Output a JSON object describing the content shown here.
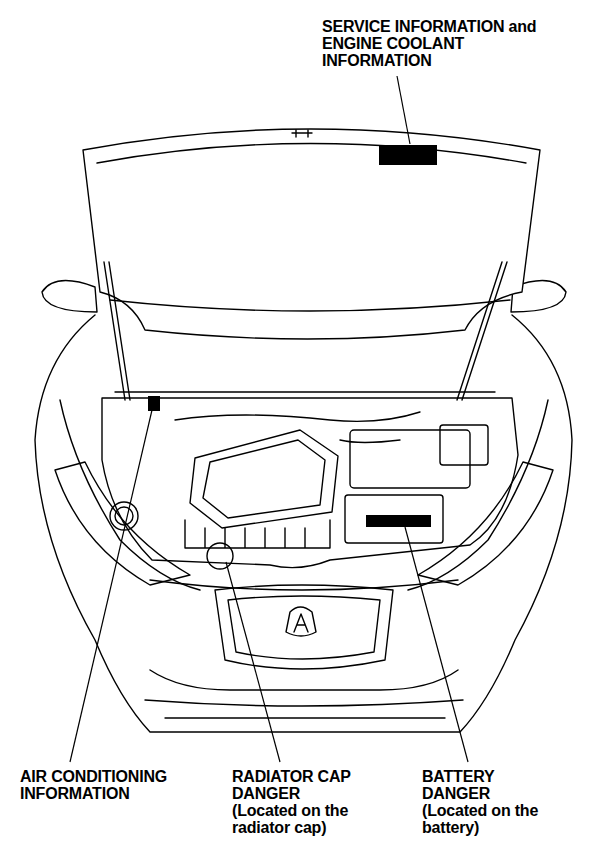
{
  "diagram": {
    "labels": [
      "SERVICE INFORMATION and ENGINE COOLANT INFORMATION",
      "AIR CONDITIONING INFORMATION",
      "RADIATOR CAP DANGER (Located on the radiator cap)",
      "BATTERY DANGER (Located on the battery)"
    ]
  }
}
